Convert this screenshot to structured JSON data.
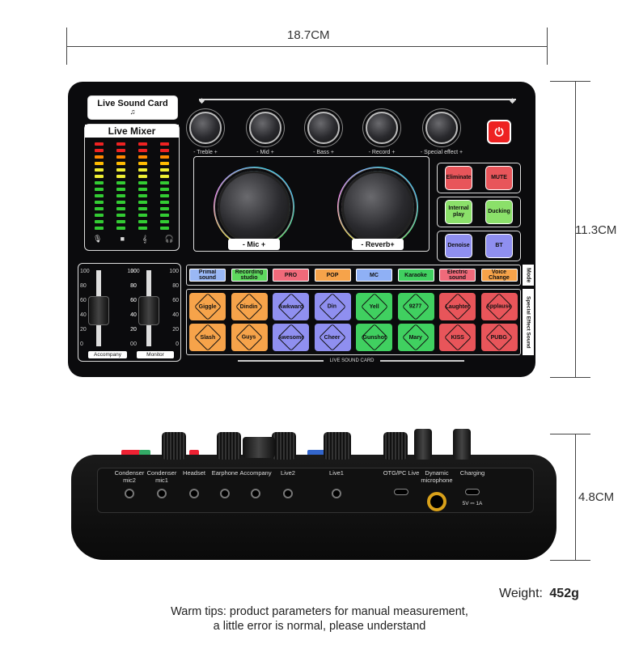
{
  "dimensions": {
    "width_label": "18.7CM",
    "height_label": "11.3CM",
    "depth_label": "4.8CM"
  },
  "panel": {
    "brand": "Live Sound Card",
    "mixer_title": "Live Mixer",
    "bottom_tag": "LIVE SOUND CARD",
    "knobs": [
      "- Treble +",
      "- Mid +",
      "- Bass +",
      "- Record +",
      "- Special effect +"
    ],
    "big_knobs": [
      "- Mic +",
      "- Reverb+"
    ],
    "right_buttons": [
      {
        "label": "Eliminate",
        "color": "#e8555a"
      },
      {
        "label": "MUTE",
        "color": "#e8555a"
      },
      {
        "label": "Internal play",
        "color": "#8be06a"
      },
      {
        "label": "Ducking",
        "color": "#8be06a"
      },
      {
        "label": "Denoise",
        "color": "#8f8ff0"
      },
      {
        "label": "BT",
        "color": "#8f8ff0"
      }
    ],
    "mode_label": "Mode",
    "mode_buttons": [
      {
        "label": "Primal sound",
        "color": "#9ab8f5"
      },
      {
        "label": "Recording studio",
        "color": "#5ed95e"
      },
      {
        "label": "PRO",
        "color": "#f06a7a"
      },
      {
        "label": "POP",
        "color": "#f6a34a"
      },
      {
        "label": "MC",
        "color": "#8fb0f5"
      },
      {
        "label": "Karaoke",
        "color": "#40d060"
      },
      {
        "label": "Electric sound",
        "color": "#f06a7a"
      },
      {
        "label": "Voice Change",
        "color": "#f6a34a"
      }
    ],
    "effects_label": "Special Effect Sound",
    "effects": [
      {
        "label": "Giggle",
        "color": "#f6a34a"
      },
      {
        "label": "Dindin",
        "color": "#f6a34a"
      },
      {
        "label": "Awkward",
        "color": "#8f8ff0"
      },
      {
        "label": "Din",
        "color": "#8f8ff0"
      },
      {
        "label": "Yell",
        "color": "#40d060"
      },
      {
        "label": "9277",
        "color": "#40d060"
      },
      {
        "label": "Laughter",
        "color": "#e8555a"
      },
      {
        "label": "Applause",
        "color": "#e8555a"
      },
      {
        "label": "Slash",
        "color": "#f6a34a"
      },
      {
        "label": "Guys",
        "color": "#f6a34a"
      },
      {
        "label": "Awesome",
        "color": "#8f8ff0"
      },
      {
        "label": "Cheer",
        "color": "#8f8ff0"
      },
      {
        "label": "Gunshot",
        "color": "#40d060"
      },
      {
        "label": "Mary",
        "color": "#40d060"
      },
      {
        "label": "KISS",
        "color": "#e8555a"
      },
      {
        "label": "PUBG",
        "color": "#e8555a"
      }
    ],
    "fader_scale": [
      "100",
      "80",
      "60",
      "40",
      "20",
      "0"
    ],
    "fader_labels": [
      "Accompany",
      "Monitor"
    ]
  },
  "ports": [
    {
      "label": "Condenser mic2"
    },
    {
      "label": "Condenser mic1"
    },
    {
      "label": "Headset"
    },
    {
      "label": "Earphone"
    },
    {
      "label": "Accompany"
    },
    {
      "label": "Live2"
    },
    {
      "label": "Live1"
    },
    {
      "label": "OTG/PC Live"
    },
    {
      "label": "Dynamic microphone"
    },
    {
      "label": "Charging"
    }
  ],
  "charging_spec": "5V ⎓ 1A",
  "weight": {
    "label": "Weight:",
    "value": "452g"
  },
  "tips": [
    "Warm tips: product parameters for manual measurement,",
    "a little error is normal, please understand"
  ]
}
